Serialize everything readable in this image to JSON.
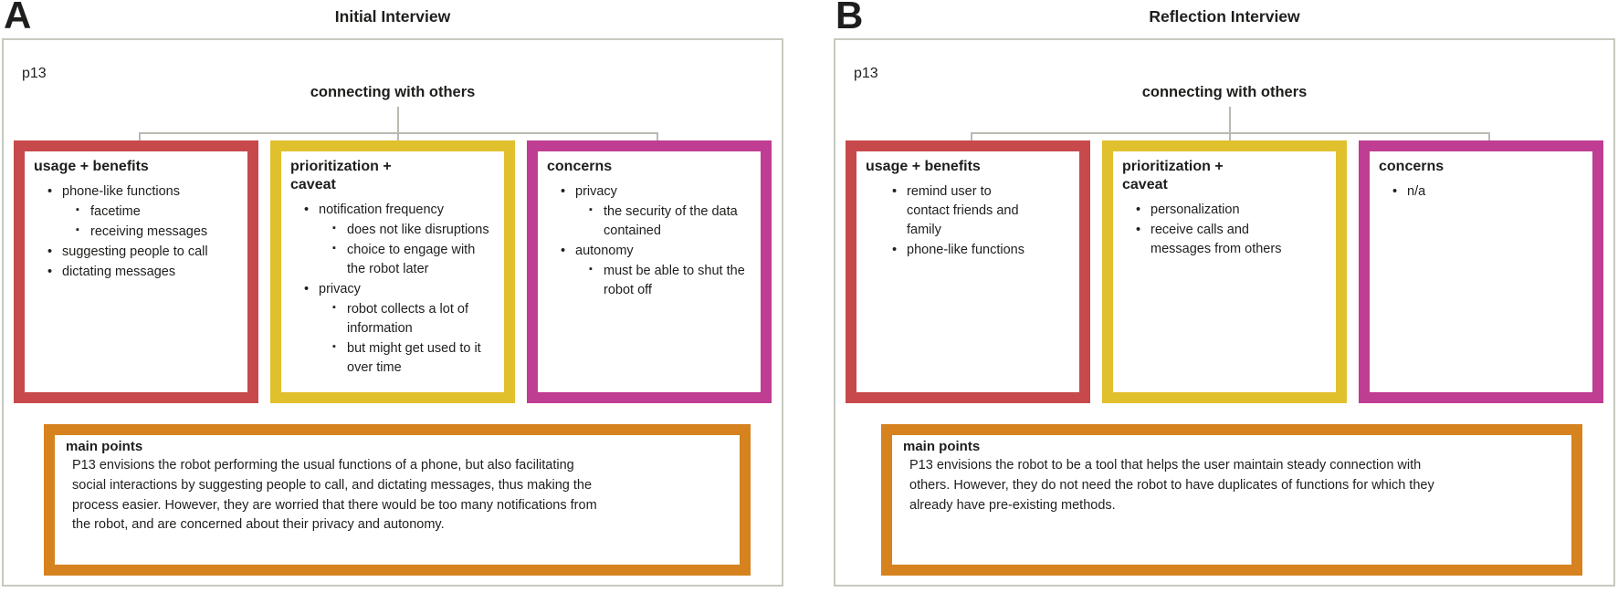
{
  "colors": {
    "red": "#c7494b",
    "yellow": "#e1c02d",
    "magenta": "#bf3d92",
    "orange": "#d6821e",
    "frame": "#c6c9bf",
    "line": "#b7bbb0",
    "text": "#1e1e1c"
  },
  "panels": [
    {
      "label": "A",
      "title": "Initial Interview",
      "participant": "p13",
      "root": "connecting with others",
      "boxes": [
        {
          "title": "usage + benefits",
          "color": "red",
          "items": [
            {
              "text": "phone-like functions",
              "children": [
                {
                  "text": "facetime"
                },
                {
                  "text": "receiving messages"
                }
              ]
            },
            {
              "text": "suggesting people to call"
            },
            {
              "text": "dictating messages"
            }
          ]
        },
        {
          "title": "prioritization +\ncaveat",
          "color": "yellow",
          "items": [
            {
              "text": "notification frequency",
              "children": [
                {
                  "text": "does not like disruptions"
                },
                {
                  "text": "choice to engage with the robot later"
                }
              ]
            },
            {
              "text": "privacy",
              "children": [
                {
                  "text": "robot collects a lot of information"
                },
                {
                  "text": "but might get used to it over time"
                }
              ]
            }
          ]
        },
        {
          "title": "concerns",
          "color": "magenta",
          "items": [
            {
              "text": "privacy",
              "children": [
                {
                  "text": "the security of the data contained"
                }
              ]
            },
            {
              "text": "autonomy",
              "children": [
                {
                  "text": "must be able to shut the robot off"
                }
              ]
            }
          ]
        }
      ],
      "main_points": {
        "title": "main points",
        "text": "P13 envisions the robot performing the usual functions of a phone, but also facilitating social interactions by suggesting people to call, and dictating messages, thus making the process easier. However, they are worried that there would be too many notifications from the robot, and are concerned about their privacy and autonomy."
      }
    },
    {
      "label": "B",
      "title": "Reflection Interview",
      "participant": "p13",
      "root": "connecting with others",
      "boxes": [
        {
          "title": "usage + benefits",
          "color": "red",
          "items": [
            {
              "text": "remind user to contact friends and family"
            },
            {
              "text": "phone-like functions"
            }
          ]
        },
        {
          "title": "prioritization +\ncaveat",
          "color": "yellow",
          "items": [
            {
              "text": "personalization"
            },
            {
              "text": "receive calls and messages from others"
            }
          ]
        },
        {
          "title": "concerns",
          "color": "magenta",
          "items": [
            {
              "text": "n/a"
            }
          ]
        }
      ],
      "main_points": {
        "title": "main points",
        "text": "P13 envisions the robot to be a tool that helps the user maintain steady connection with others. However, they do not need the robot to have duplicates of functions for which they already have pre-existing methods."
      }
    }
  ]
}
